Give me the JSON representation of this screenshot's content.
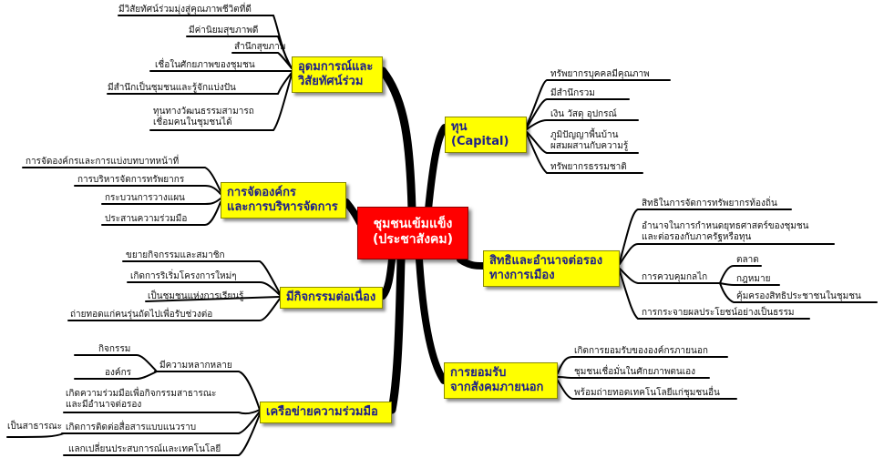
{
  "central": "ชุมชนเข้มแข็ง\n(ประชาสังคม)",
  "branches": {
    "ideology": {
      "title": "อุดมการณ์และ\nวิสัยทัศน์ร่วม",
      "items": [
        "มีวิสัยทัศน์ร่วมมุ่งสู่คุณภาพชีวิตที่ดี",
        "มีค่านิยมสุขภาพดี",
        "สำนึกสุขภาพ",
        "เชื่อในศักยภาพของชุมชน",
        "มีสำนึกเป็นชุมชนและรู้จักแบ่งปัน",
        "ทุนทางวัฒนธรรมสามารถ\nเชื่อมคนในชุมชนได้"
      ]
    },
    "organization": {
      "title": "การจัดองค์กร\nและการบริหารจัดการ",
      "items": [
        "การจัดองค์กรและการแบ่งบทบาทหน้าที่",
        "การบริหารจัดการทรัพยากร",
        "กระบวนการวางแผน",
        "ประสานความร่วมมือ"
      ]
    },
    "activities": {
      "title": "มีกิจกรรมต่อเนื่อง",
      "items": [
        "ขยายกิจกรรมและสมาชิก",
        "เกิดการริเริ่มโครงการใหม่ๆ",
        "เป็นชุมชนแห่งการเรียนรู้",
        "ถ่ายทอดแก่คนรุ่นถัดไปเพื่อรับช่วงต่อ"
      ]
    },
    "network": {
      "title": "เครือข่ายความร่วมมือ",
      "sub_title": "มีความหลากหลาย",
      "sub_items": [
        "กิจกรรม",
        "องค์กร"
      ],
      "items": [
        "เกิดความร่วมมือเพื่อกิจกรรมสาธารณะ\nและมีอำนาจต่อรอง",
        "เกิดการติดต่อสื่อสารแบบแนวราบ",
        "แลกเปลี่ยนประสบการณ์และเทคโนโลยี"
      ],
      "extra": "เป็นสาธารณะ"
    },
    "capital": {
      "title": "ทุน (Capital)",
      "items": [
        "ทรัพยากรบุคคลมีคุณภาพ",
        "มีสำนึกรวม",
        "เงิน วัสดุ อุปกรณ์",
        "ภูมิปัญญาพื้นบ้าน\nผสมผสานกับความรู้",
        "ทรัพยากรธรรมชาติ"
      ]
    },
    "rights": {
      "title": "สิทธิและอำนาจต่อรอง\nทางการเมือง",
      "items": [
        "สิทธิในการจัดการทรัพยากรท้องถิ่น",
        "อำนาจในการกำหนดยุทธศาสตร์ของชุมชน\nและต่อรองกับภาครัฐหรือทุน",
        "การควบคุมกลไก",
        "การกระจายผลประโยชน์อย่างเป็นธรรม"
      ],
      "control_items": [
        "ตลาด",
        "กฎหมาย",
        "คุ้มครองสิทธิประชาชนในชุมชน"
      ]
    },
    "acceptance": {
      "title": "การยอมรับ\nจากสังคมภายนอก",
      "items": [
        "เกิดการยอมรับขององค์กรภายนอก",
        "ชุมชนเชื่อมั่นในศักยภาพตนเอง",
        "พร้อมถ่ายทอดเทคโนโลยีแก่ชุมชนอื่น"
      ]
    }
  }
}
